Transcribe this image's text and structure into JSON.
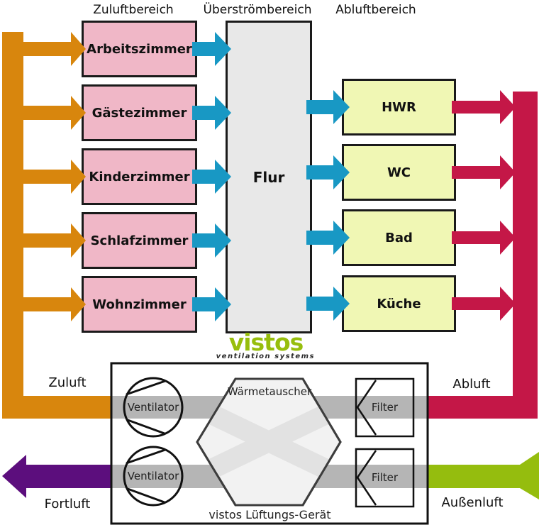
{
  "headers": {
    "columns": [
      "Zuluftbereich",
      "Überströmbereich",
      "Abluftbereich"
    ]
  },
  "zones": {
    "supply_rooms": [
      {
        "label": "Arbeitszimmer"
      },
      {
        "label": "Gästezimmer"
      },
      {
        "label": "Kinderzimmer"
      },
      {
        "label": "Schlafzimmer"
      },
      {
        "label": "Wohnzimmer"
      }
    ],
    "transfer_room": {
      "label": "Flur"
    },
    "exhaust_rooms": [
      {
        "label": "HWR"
      },
      {
        "label": "WC"
      },
      {
        "label": "Bad"
      },
      {
        "label": "Küche"
      }
    ]
  },
  "airflow_labels": {
    "supply": "Zuluft",
    "exhaust": "Abluft",
    "outgoing": "Fortluft",
    "outdoor": "Außenluft"
  },
  "device": {
    "fan_label": "Ventilator",
    "heat_exchanger_label": "Wärmetauscher",
    "filter_label": "Filter",
    "caption": "vistos Lüftungs-Gerät"
  },
  "logo": {
    "name": "vistos",
    "tagline": "ventilation systems"
  },
  "colors": {
    "supply_orange": "#D8860D",
    "transfer_blue": "#1898C4",
    "extract_red": "#C41747",
    "fortluft_purple": "#5C0E7D",
    "aussenluft_green": "#95BD0E",
    "duct_gray": "#B5B5B5",
    "supply_room_fill": "#F0B7C7",
    "exhaust_room_fill": "#F0F7B4",
    "corridor_fill": "#E8E8E8",
    "heat_exchanger_fill": "#F2F2F2",
    "heat_exchanger_cross": "#E2E2E2",
    "logo_green": "#97BE0D"
  }
}
